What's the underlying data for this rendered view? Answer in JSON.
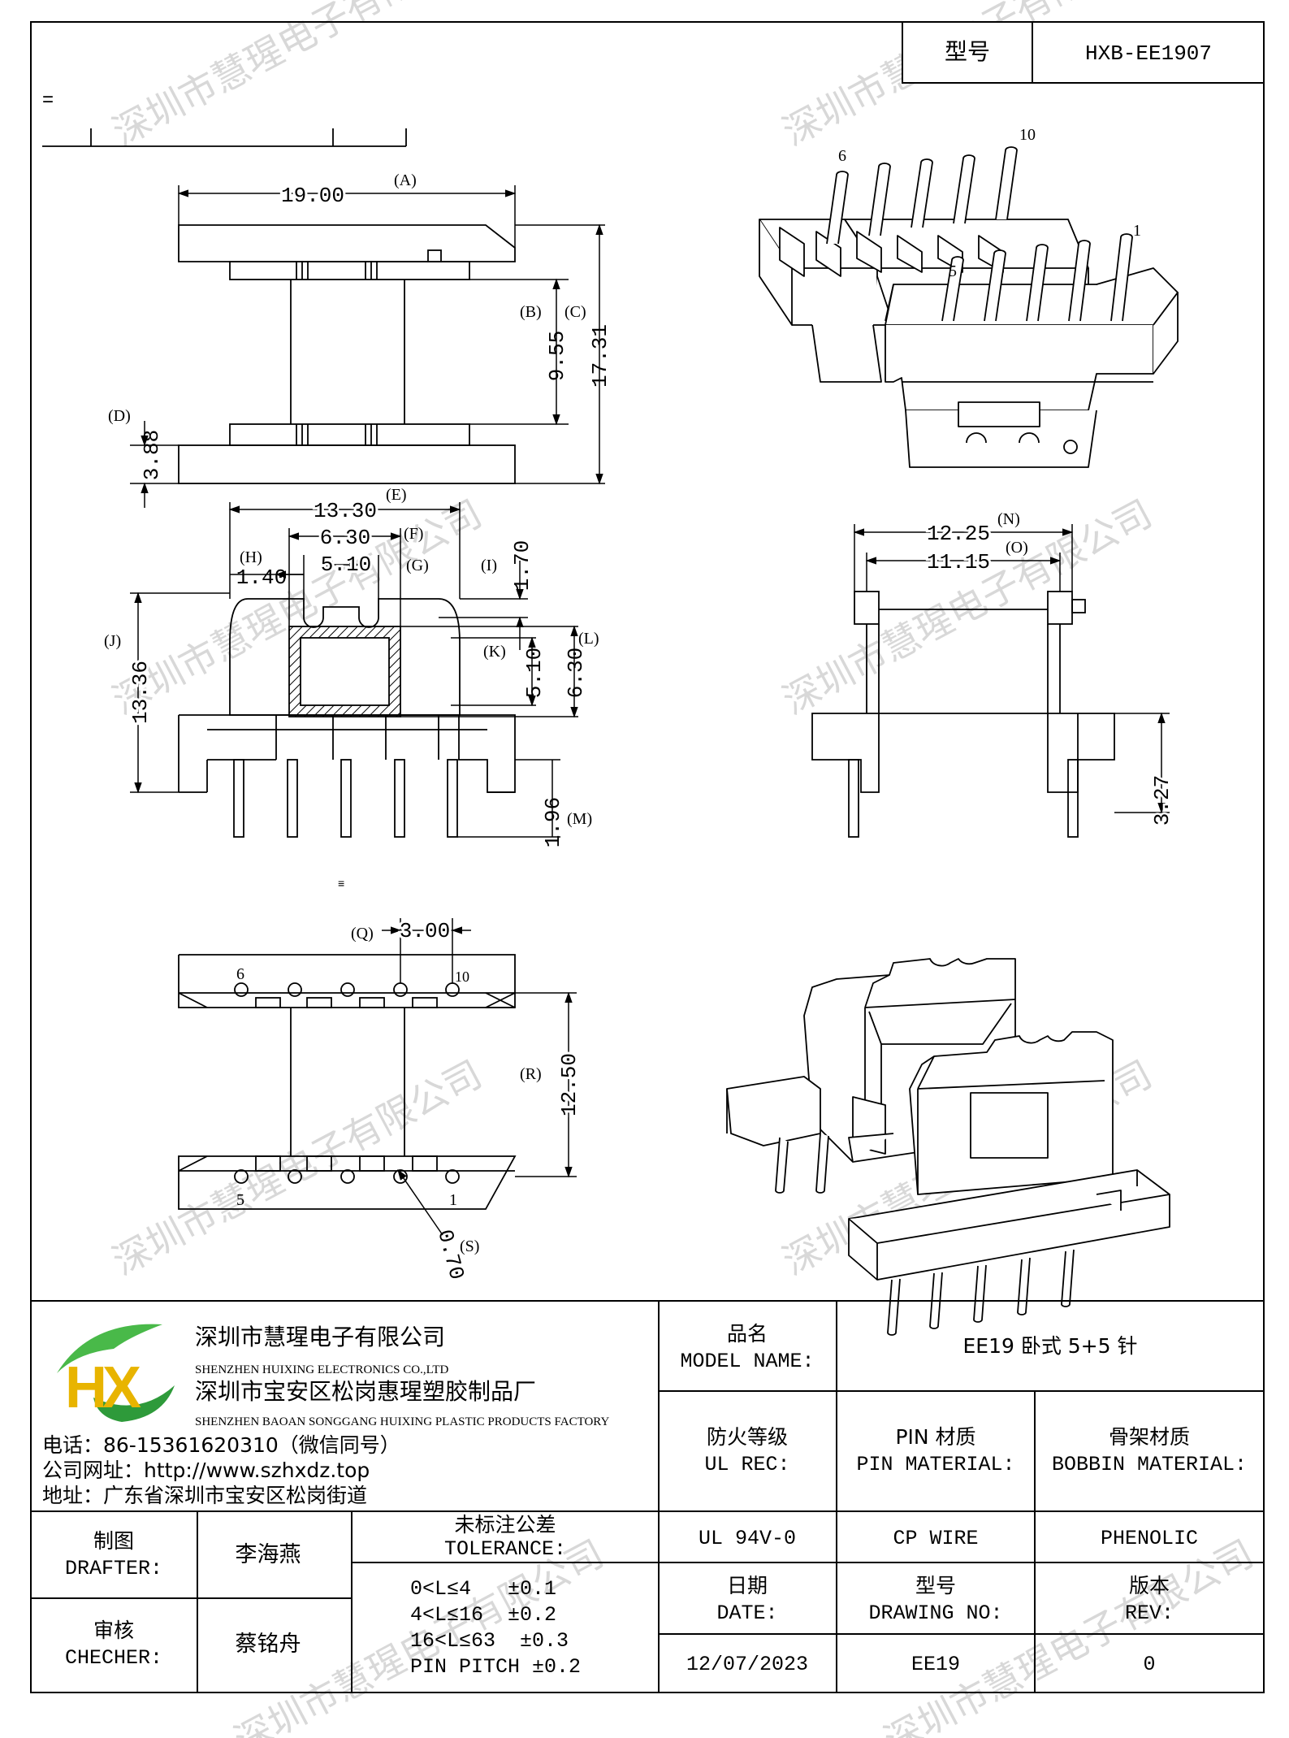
{
  "header": {
    "model_label": "型号",
    "model_value": "HXB-EE1907"
  },
  "watermark_text": "深圳市慧瑆电子有限公司",
  "stray_marks": {
    "top_left": "=",
    "mid": "≡"
  },
  "dims": {
    "A": "19.00",
    "A_tag": "(A)",
    "B_tag": "(B)",
    "B": "9.55",
    "C_tag": "(C)",
    "C": "17.31",
    "D_tag": "(D)",
    "D": "3.88",
    "E": "13.30",
    "E_tag": "(E)",
    "F": "6.30",
    "F_tag": "(F)",
    "H_tag": "(H)",
    "H": "1.40",
    "G": "5.10",
    "G_tag": "(G)",
    "I_tag": "(I)",
    "I": "1.70",
    "J_tag": "(J)",
    "J": "13.36",
    "K_tag": "(K)",
    "K": "5.10",
    "L_tag": "(L)",
    "L": "6.30",
    "M": "1.96",
    "M_tag": "(M)",
    "N": "12.25",
    "N_tag": "(N)",
    "O": "11.15",
    "O_tag": "(O)",
    "P": "3.27",
    "Q_tag": "(Q)",
    "Q": "3.00",
    "R_tag": "(R)",
    "R": "12.50",
    "S": "0.70",
    "S_tag": "(S)"
  },
  "pins": {
    "p1": "1",
    "p5": "5",
    "p6": "6",
    "p10": "10"
  },
  "company": {
    "logo_letters": "HX",
    "name_cn": "深圳市慧瑆电子有限公司",
    "name_en": "SHENZHEN HUIXING ELECTRONICS CO.,LTD",
    "factory_cn": "深圳市宝安区松岗惠瑆塑胶制品厂",
    "factory_en": "SHENZHEN BAOAN SONGGANG HUIXING PLASTIC PRODUCTS FACTORY",
    "phone": "电话：86-15361620310（微信同号）",
    "website": "公司网址：http://www.szhxdz.top",
    "address": "地址：广东省深圳市宝安区松岗街道"
  },
  "title_block": {
    "model_name_cn": "品名",
    "model_name_en": "MODEL NAME:",
    "model_name_value": "EE19 卧式 5+5 针",
    "ul_cn": "防火等级",
    "ul_en": "UL REC:",
    "pin_mat_cn": "PIN 材质",
    "pin_mat_en": "PIN MATERIAL:",
    "bobbin_mat_cn": "骨架材质",
    "bobbin_mat_en": "BOBBIN MATERIAL:",
    "ul_value": "UL 94V-0",
    "pin_mat_value": "CP WIRE",
    "bobbin_mat_value": "PHENOLIC",
    "drafter_cn": "制图",
    "drafter_en": "DRAFTER:",
    "drafter_name": "李海燕",
    "checker_cn": "审核",
    "checker_en": "CHECHER:",
    "checker_name": "蔡铭舟",
    "tolerance_cn": "未标注公差",
    "tolerance_en": "TOLERANCE:",
    "tolerance_lines": [
      "0<L≤4   ±0.1",
      "4<L≤16  ±0.2",
      "16<L≤63  ±0.3",
      "PIN PITCH ±0.2"
    ],
    "date_cn": "日期",
    "date_en": "DATE:",
    "date_value": "12/07/2023",
    "drawing_cn": "型号",
    "drawing_en": "DRAWING NO:",
    "drawing_value": "EE19",
    "rev_cn": "版本",
    "rev_en": "REV:",
    "rev_value": "0"
  }
}
